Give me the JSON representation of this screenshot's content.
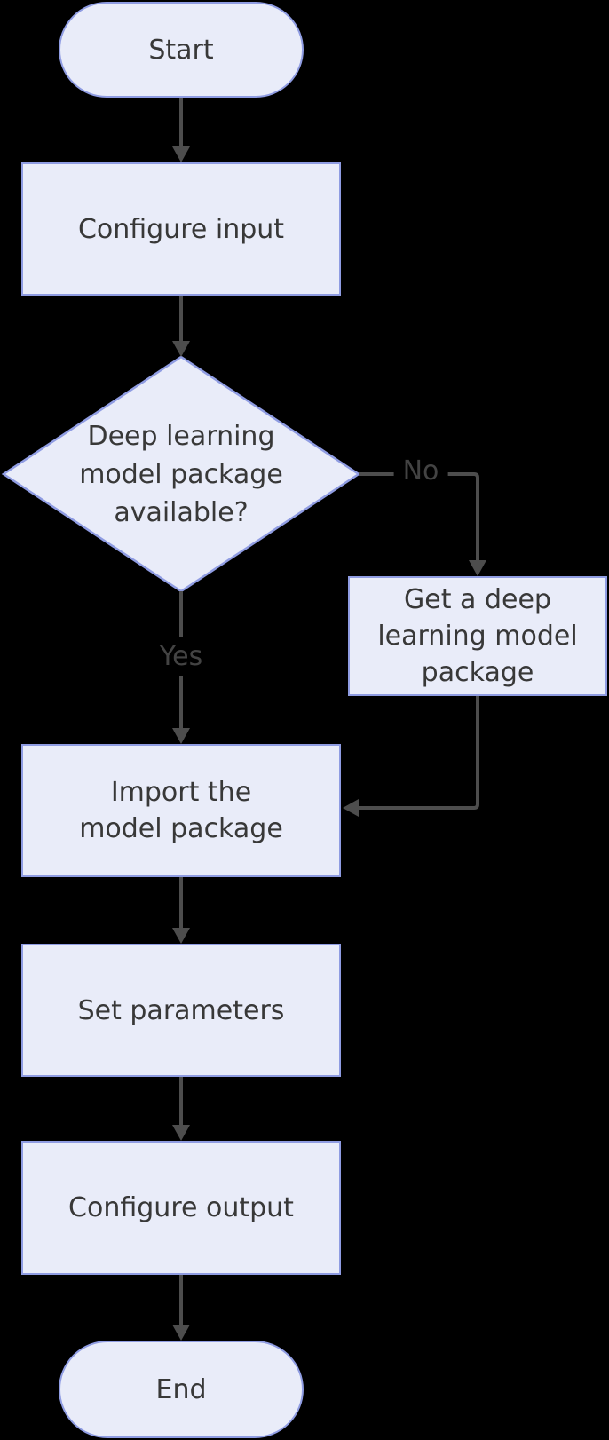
{
  "diagram": {
    "kind": "flowchart",
    "direction": "top-down",
    "palette": {
      "background": "#000000",
      "node_fill": "#e9ecf9",
      "node_border": "#8f9ce2",
      "node_text": "#383838",
      "edge_line": "#4d4d4d",
      "edge_label_text": "#434343"
    },
    "nodes": [
      {
        "id": "start",
        "shape": "stadium",
        "label": "Start"
      },
      {
        "id": "configure-input",
        "shape": "rect",
        "label": "Configure input"
      },
      {
        "id": "decision",
        "shape": "diamond",
        "label": "Deep learning\nmodel package\navailable?"
      },
      {
        "id": "get-package",
        "shape": "rect",
        "label": "Get a deep\nlearning model\npackage"
      },
      {
        "id": "import-package",
        "shape": "rect",
        "label": "Import the\nmodel package"
      },
      {
        "id": "set-parameters",
        "shape": "rect",
        "label": "Set parameters"
      },
      {
        "id": "configure-output",
        "shape": "rect",
        "label": "Configure output"
      },
      {
        "id": "end",
        "shape": "stadium",
        "label": "End"
      }
    ],
    "edges": [
      {
        "from": "start",
        "to": "configure-input",
        "label": ""
      },
      {
        "from": "configure-input",
        "to": "decision",
        "label": ""
      },
      {
        "from": "decision",
        "to": "get-package",
        "label": "No"
      },
      {
        "from": "decision",
        "to": "import-package",
        "label": "Yes"
      },
      {
        "from": "get-package",
        "to": "import-package",
        "label": ""
      },
      {
        "from": "import-package",
        "to": "set-parameters",
        "label": ""
      },
      {
        "from": "set-parameters",
        "to": "configure-output",
        "label": ""
      },
      {
        "from": "configure-output",
        "to": "end",
        "label": ""
      }
    ]
  }
}
